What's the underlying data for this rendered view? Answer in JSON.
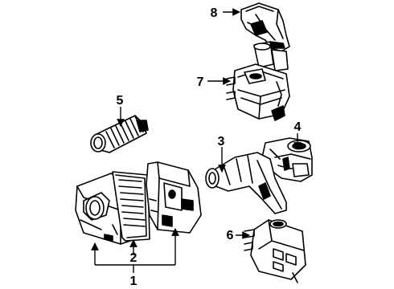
{
  "diagram": {
    "colors": {
      "line": "#000000",
      "background": "#ffffff"
    },
    "callouts": [
      {
        "id": "1",
        "label": "1"
      },
      {
        "id": "2",
        "label": "2"
      },
      {
        "id": "3",
        "label": "3"
      },
      {
        "id": "4",
        "label": "4"
      },
      {
        "id": "5",
        "label": "5"
      },
      {
        "id": "6",
        "label": "6"
      },
      {
        "id": "7",
        "label": "7"
      },
      {
        "id": "8",
        "label": "8"
      }
    ]
  }
}
